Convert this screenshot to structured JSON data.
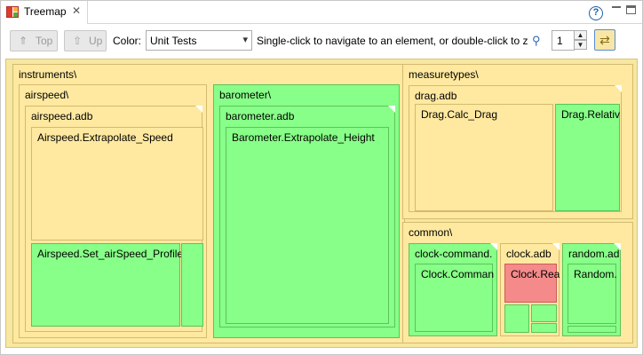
{
  "tab": {
    "title": "Treemap"
  },
  "toolbar": {
    "top_label": "Top",
    "up_label": "Up",
    "color_label": "Color:",
    "color_select": "Unit Tests",
    "hint": "Single-click to navigate to an element, or double-click to zoom in.",
    "depth_value": "1"
  },
  "treemap": {
    "instruments": "instruments\\",
    "airspeed": "airspeed\\",
    "airspeed_adb": "airspeed.adb",
    "airspeed_extrapolate": "Airspeed.Extrapolate_Speed",
    "airspeed_set": "Airspeed.Set_airSpeed_Profile",
    "barometer": "barometer\\",
    "barometer_adb": "barometer.adb",
    "barometer_extrapolate": "Barometer.Extrapolate_Height",
    "measuretypes": "measuretypes\\",
    "drag_adb": "drag.adb",
    "drag_calc": "Drag.Calc_Drag",
    "drag_relativ": "Drag.Relativ",
    "common": "common\\",
    "clock_command": "clock-command.",
    "clock_command_item": "Clock.Comman",
    "clock_adb": "clock.adb",
    "clock_rea": "Clock.Rea",
    "random_ad": "random.ad",
    "random_item": "Random."
  },
  "colors": {
    "untested_yellow": "#ffe9a0",
    "tested_green": "#88ff88",
    "failed_red": "#f48a8a"
  },
  "icons": [
    "treemap-icon",
    "close-icon",
    "help-icon",
    "minimize-icon",
    "maximize-icon",
    "top-icon",
    "up-icon",
    "search-icon",
    "sync-icon"
  ]
}
